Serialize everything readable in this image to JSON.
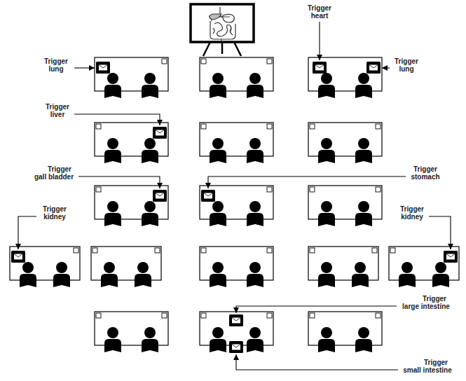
{
  "diagram": {
    "labels": [
      "Trigger heart",
      "Trigger lung",
      "Trigger lung",
      "Trigger liver",
      "Trigger gall bladder",
      "Trigger stomach",
      "Trigger kidney",
      "Trigger kidney",
      "Trigger large intestine",
      "Trigger small intestine"
    ]
  }
}
